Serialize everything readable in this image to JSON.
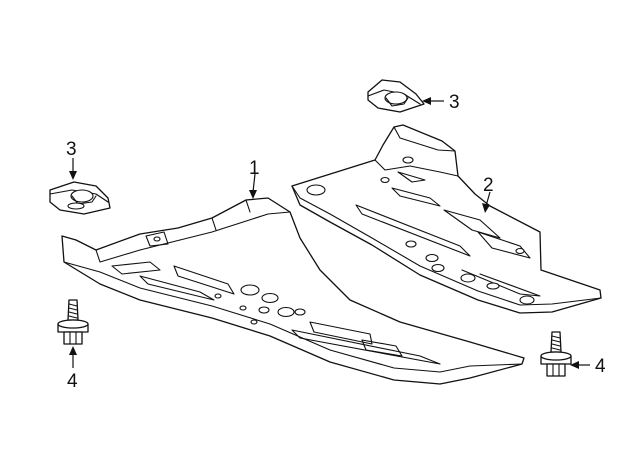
{
  "callouts": [
    {
      "id": "1",
      "label": "1"
    },
    {
      "id": "2",
      "label": "2"
    },
    {
      "id": "3a",
      "label": "3"
    },
    {
      "id": "3b",
      "label": "3"
    },
    {
      "id": "4a",
      "label": "4"
    },
    {
      "id": "4b",
      "label": "4"
    }
  ],
  "parts": {
    "front_shield": "shield-front-skid-plate",
    "rear_shield": "shield-rear-skid-plate",
    "retainer": "retainer-clip",
    "bolt": "bolt"
  },
  "colors": {
    "line": "#111111",
    "background": "#ffffff"
  }
}
